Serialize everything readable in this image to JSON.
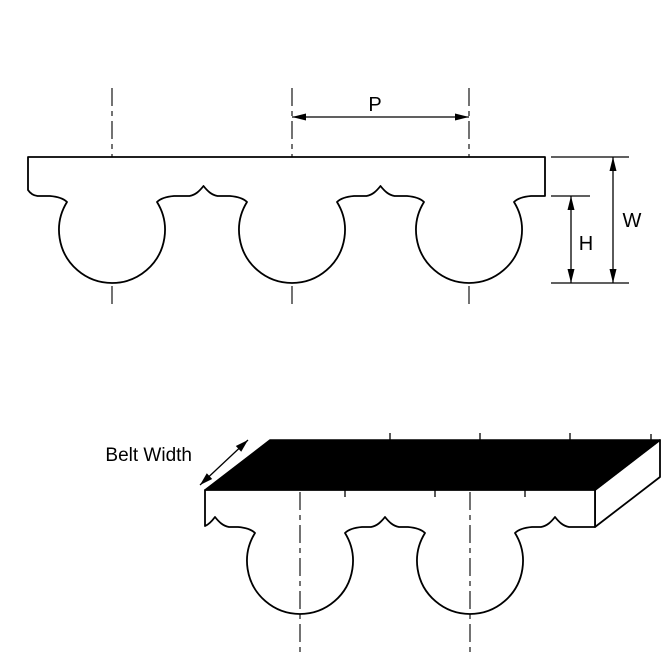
{
  "dimensions": {
    "p_label": "P",
    "w_label": "W",
    "h_label": "H"
  },
  "annotations": {
    "belt_width_label": "Belt Width"
  },
  "colors": {
    "line": "#000000",
    "belt_fill": "#ffffff",
    "top_face_fill": "#000000",
    "background": "#ffffff"
  }
}
